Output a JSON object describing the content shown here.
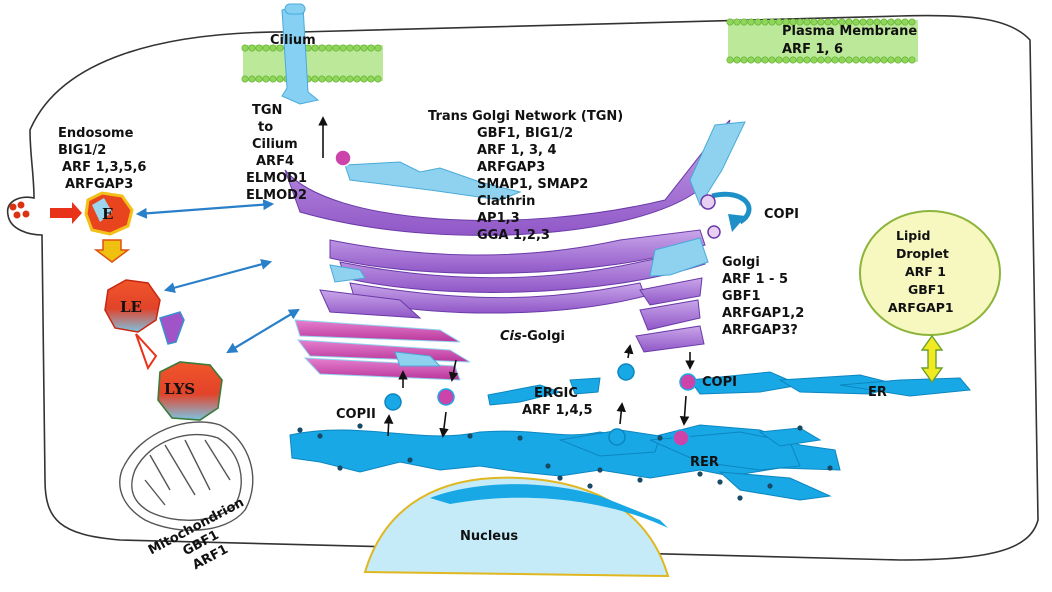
{
  "labels": {
    "cilium": "Cilium",
    "plasma_membrane": [
      "Plasma Membrane",
      "ARF 1, 6"
    ],
    "tgn_to_cilium": [
      "TGN",
      "to",
      "Cilium",
      "ARF4",
      "ELMOD1",
      "ELMOD2"
    ],
    "endosome": [
      "Endosome",
      "BIG1/2",
      "ARF 1,3,5,6",
      "ARFGAP3"
    ],
    "tgn": [
      "Trans Golgi Network (TGN)",
      "GBF1, BIG1/2",
      "ARF 1, 3, 4",
      "ARFGAP3",
      "SMAP1, SMAP2",
      "Clathrin",
      "AP1,3",
      "GGA 1,2,3"
    ],
    "copi_top": "COPI",
    "golgi": [
      "Golgi",
      "ARF 1 - 5",
      "GBF1",
      "ARFGAP1,2",
      "ARFGAP3?"
    ],
    "cis_golgi": {
      "prefix": "Cis",
      "suffix": "-Golgi"
    },
    "lipid_droplet": [
      "Lipid",
      "Droplet",
      "ARF 1",
      "GBF1",
      "ARFGAP1"
    ],
    "ergic": [
      "ERGIC",
      "ARF 1,4,5"
    ],
    "copi_mid": "COPI",
    "copii": "COPII",
    "er": "ER",
    "rer": "RER",
    "nucleus": "Nucleus",
    "mitochondrion": [
      "Mitochondrion",
      "GBF1",
      "ARF1"
    ],
    "endosome_E": "E",
    "late_endosome": "LE",
    "lysosome": "LYS"
  },
  "colors": {
    "membrane_green": "#8fd65a",
    "er_blue": "#19a8e6",
    "golgi_purple": "#9966cc",
    "vesicle_magenta": "#cc44aa",
    "endosome_red": "#e63a12",
    "arrow_blue": "#2a7fc9",
    "lipid_yellow": "#f7f7c0"
  }
}
